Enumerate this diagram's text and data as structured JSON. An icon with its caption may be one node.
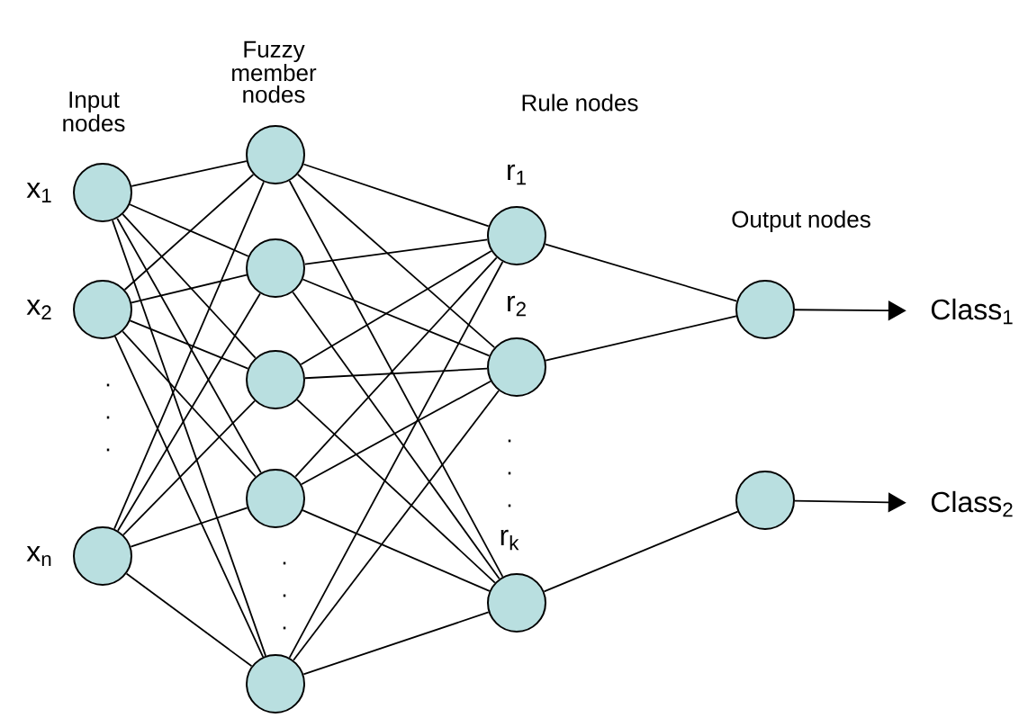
{
  "diagram": {
    "nodes": [
      {
        "text": [],
        "shape": "circle",
        "beside": [
          "x$_{1}$"
        ]
      },
      {
        "text": [],
        "shape": "circle",
        "beside": [
          "x$_{2}$"
        ]
      },
      {
        "text": [],
        "shape": "circle",
        "beside": [
          "x$_{n}$"
        ]
      },
      {
        "text": [],
        "shape": "circle"
      },
      {
        "text": [],
        "shape": "circle"
      },
      {
        "text": [],
        "shape": "circle"
      },
      {
        "text": [],
        "shape": "circle"
      },
      {
        "text": [],
        "shape": "circle"
      },
      {
        "text": [],
        "shape": "circle",
        "beside": [
          "r$_{1}$"
        ]
      },
      {
        "text": [],
        "shape": "circle",
        "beside": [
          "r$_{2}$"
        ]
      },
      {
        "text": [],
        "shape": "circle",
        "beside": [
          "r$_{k}$"
        ]
      },
      {
        "text": [],
        "shape": "circle"
      },
      {
        "text": [],
        "shape": "circle"
      },
      {
        "text": [
          "Class$_{1}$"
        ]
      },
      {
        "text": [
          "Class$_{2}$"
        ]
      }
    ],
    "edges": [
      {
        "from": 0,
        "to": 3,
        "arrow": "none"
      },
      {
        "from": 0,
        "to": 4,
        "arrow": "none"
      },
      {
        "from": 0,
        "to": 5,
        "arrow": "none"
      },
      {
        "from": 0,
        "to": 6,
        "arrow": "none"
      },
      {
        "from": 0,
        "to": 7,
        "arrow": "none"
      },
      {
        "from": 1,
        "to": 3,
        "arrow": "none"
      },
      {
        "from": 1,
        "to": 4,
        "arrow": "none"
      },
      {
        "from": 1,
        "to": 5,
        "arrow": "none"
      },
      {
        "from": 1,
        "to": 6,
        "arrow": "none"
      },
      {
        "from": 1,
        "to": 7,
        "arrow": "none"
      },
      {
        "from": 2,
        "to": 3,
        "arrow": "none"
      },
      {
        "from": 2,
        "to": 4,
        "arrow": "none"
      },
      {
        "from": 2,
        "to": 5,
        "arrow": "none"
      },
      {
        "from": 2,
        "to": 6,
        "arrow": "none"
      },
      {
        "from": 2,
        "to": 7,
        "arrow": "none"
      },
      {
        "from": 3,
        "to": 8,
        "arrow": "none"
      },
      {
        "from": 3,
        "to": 9,
        "arrow": "none"
      },
      {
        "from": 3,
        "to": 10,
        "arrow": "none"
      },
      {
        "from": 4,
        "to": 8,
        "arrow": "none"
      },
      {
        "from": 4,
        "to": 9,
        "arrow": "none"
      },
      {
        "from": 4,
        "to": 10,
        "arrow": "none"
      },
      {
        "from": 5,
        "to": 8,
        "arrow": "none"
      },
      {
        "from": 5,
        "to": 9,
        "arrow": "none"
      },
      {
        "from": 5,
        "to": 10,
        "arrow": "none"
      },
      {
        "from": 6,
        "to": 8,
        "arrow": "none"
      },
      {
        "from": 6,
        "to": 9,
        "arrow": "none"
      },
      {
        "from": 6,
        "to": 10,
        "arrow": "none"
      },
      {
        "from": 7,
        "to": 8,
        "arrow": "none"
      },
      {
        "from": 7,
        "to": 9,
        "arrow": "none"
      },
      {
        "from": 7,
        "to": 10,
        "arrow": "none"
      },
      {
        "from": 8,
        "to": 11,
        "arrow": "none"
      },
      {
        "from": 9,
        "to": 11,
        "arrow": "none"
      },
      {
        "from": 10,
        "to": 12,
        "arrow": "none"
      },
      {
        "from": 11,
        "to": 13,
        "arrow": "to"
      },
      {
        "from": 12,
        "to": 14,
        "arrow": "to"
      }
    ],
    "labels": [
      "Input nodes",
      "Fuzzy member nodes",
      "Rule nodes",
      "Output nodes",
      ".",
      ".",
      ".",
      ".",
      ".",
      ".",
      ".",
      ".",
      "."
    ]
  }
}
